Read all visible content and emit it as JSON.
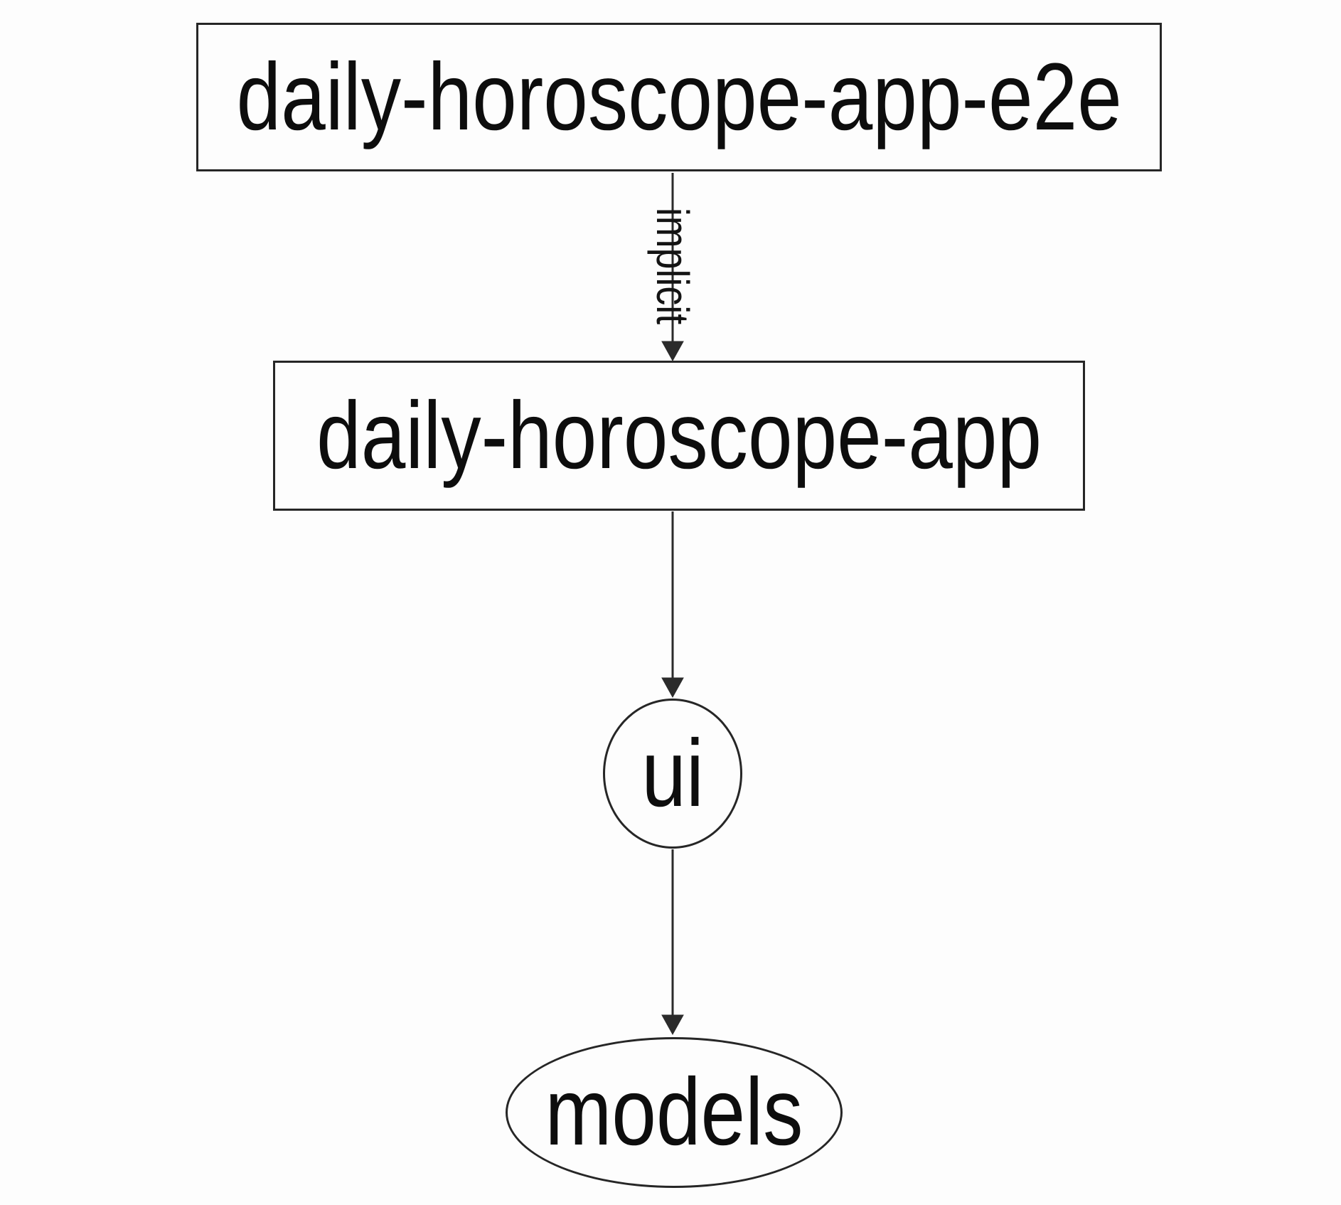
{
  "diagram": {
    "type": "dependency-graph",
    "nodes": [
      {
        "id": "daily-horoscope-app-e2e",
        "label": "daily-horoscope-app-e2e",
        "shape": "rectangle"
      },
      {
        "id": "daily-horoscope-app",
        "label": "daily-horoscope-app",
        "shape": "rectangle"
      },
      {
        "id": "ui",
        "label": "ui",
        "shape": "ellipse"
      },
      {
        "id": "models",
        "label": "models",
        "shape": "ellipse"
      }
    ],
    "edges": [
      {
        "from": "daily-horoscope-app-e2e",
        "to": "daily-horoscope-app",
        "label": "implicit",
        "style": "solid",
        "direction": "down"
      },
      {
        "from": "daily-horoscope-app",
        "to": "ui",
        "label": "",
        "style": "solid",
        "direction": "down"
      },
      {
        "from": "ui",
        "to": "models",
        "label": "",
        "style": "solid",
        "direction": "down"
      }
    ],
    "colors": {
      "background": "#fdfdfd",
      "stroke": "#2b2b2b",
      "node_border": "#262626",
      "text": "#0d0d0d"
    }
  }
}
